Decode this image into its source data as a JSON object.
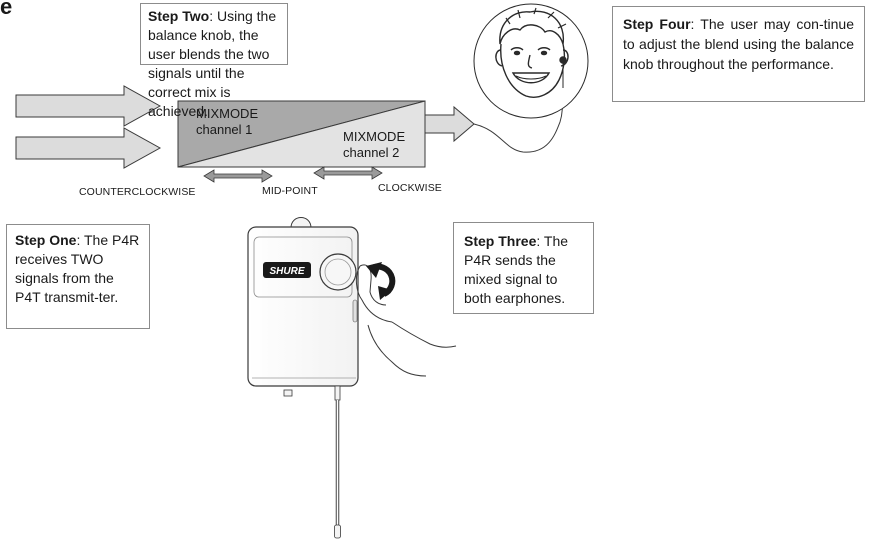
{
  "header_fragment": "e",
  "callouts": {
    "step_one": {
      "title": "Step One",
      "text": ": The P4R receives TWO signals from the P4T transmit-ter."
    },
    "step_two": {
      "title": "Step Two",
      "text": ": Using the balance knob, the user blends the two signals until the correct mix is achieved."
    },
    "step_three": {
      "title": "Step Three",
      "text": ": The P4R sends the mixed signal to both earphones."
    },
    "step_four": {
      "title": "Step Four",
      "text": ": The user may con-tinue to adjust the blend using the balance knob throughout the performance."
    }
  },
  "mix_box": {
    "channel1_line1": "MIXMODE",
    "channel1_line2": "channel 1",
    "channel2_line1": "MIXMODE",
    "channel2_line2": "channel 2"
  },
  "knob_positions": {
    "ccw": "COUNTERCLOCKWISE",
    "mid": "MID-POINT",
    "cw": "CLOCKWISE"
  },
  "device": {
    "brand": "SHURE"
  },
  "colors": {
    "channel1_fill": "#a9a9a9",
    "channel2_fill": "#e3e3e3",
    "arrow_fill": "#dcdcdc",
    "stroke": "#3a3a3a",
    "callout_border": "#8c8c8c"
  },
  "icons": [
    "rotate-arrow-icon",
    "double-arrow-icon",
    "input-arrow-icon",
    "output-arrow-icon"
  ]
}
